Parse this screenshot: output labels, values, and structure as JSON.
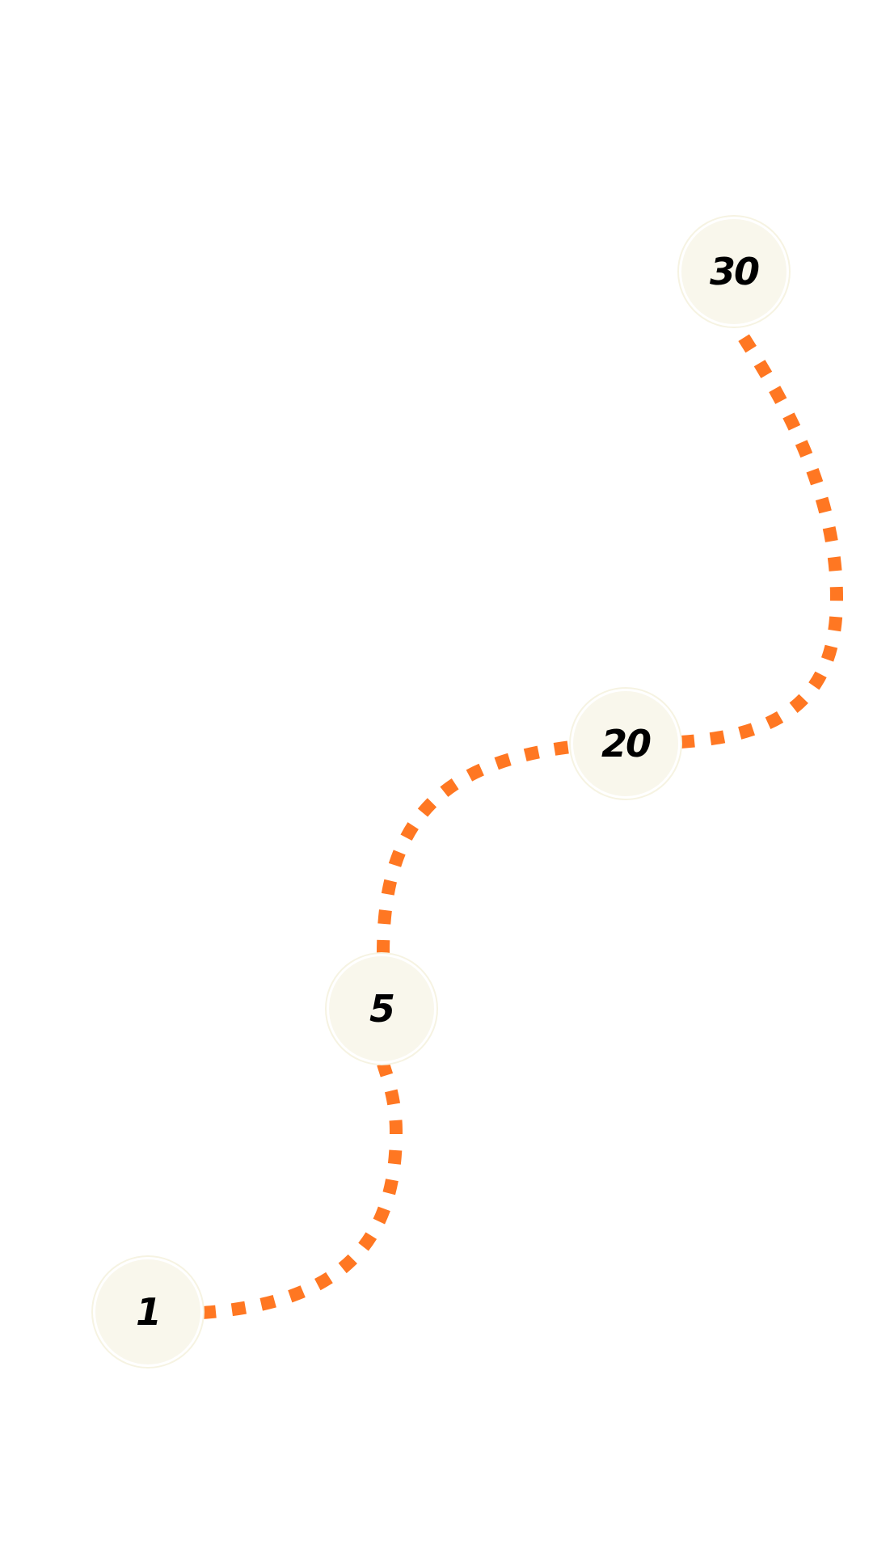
{
  "path_color": "#ff7722",
  "node_fill": "#f9f7ec",
  "levels": [
    {
      "label": "1"
    },
    {
      "label": "5"
    },
    {
      "label": "20"
    },
    {
      "label": "30"
    }
  ]
}
